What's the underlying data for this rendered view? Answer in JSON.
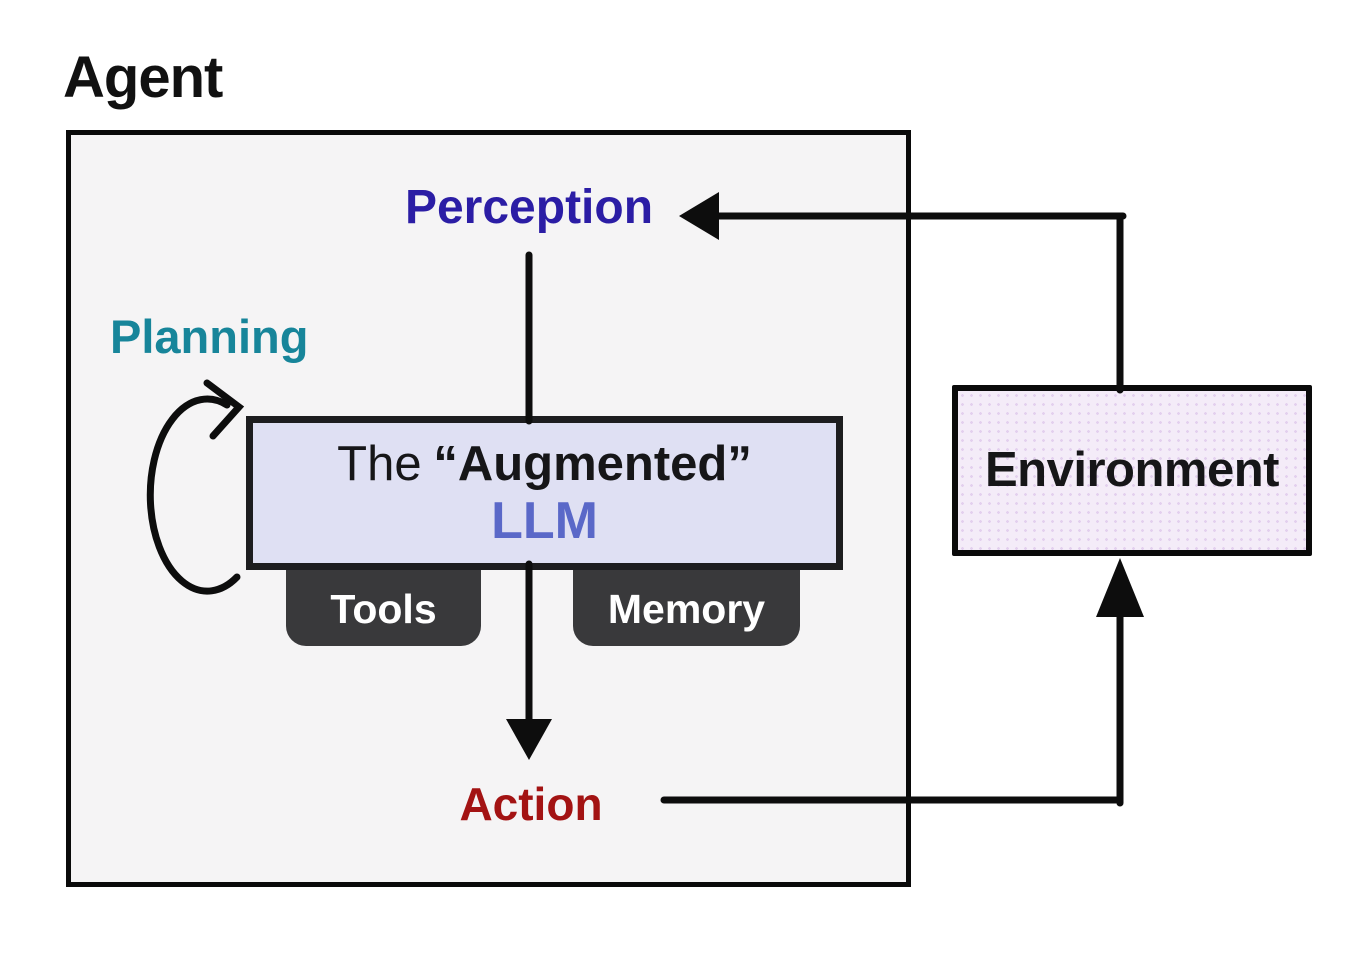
{
  "title": "Agent",
  "labels": {
    "perception": "Perception",
    "planning": "Planning",
    "action": "Action"
  },
  "llm_box": {
    "line1_prefix": "The",
    "line1_emphasis": "“Augmented”",
    "line2": "LLM"
  },
  "tabs": [
    {
      "label": "Tools"
    },
    {
      "label": "Memory"
    }
  ],
  "environment": {
    "label": "Environment"
  },
  "colors": {
    "perception": "#2b1da5",
    "planning": "#17859a",
    "action": "#a31313",
    "llm": "#5a68c8",
    "tab-bg": "#39393b",
    "tab-text": "#ffffff",
    "llm-box-fill": "#dfe0f3",
    "llm-box-border": "#1d1d1f",
    "agent-fill": "#f5f4f5",
    "agent-border": "#0a0a0a",
    "env-fill": "#f4ecf8",
    "env-dot": "#e3d0ee",
    "env-border": "#0a0a0a",
    "arrow": "#0d0d0d",
    "title-text": "#111111",
    "text": "#161618"
  }
}
